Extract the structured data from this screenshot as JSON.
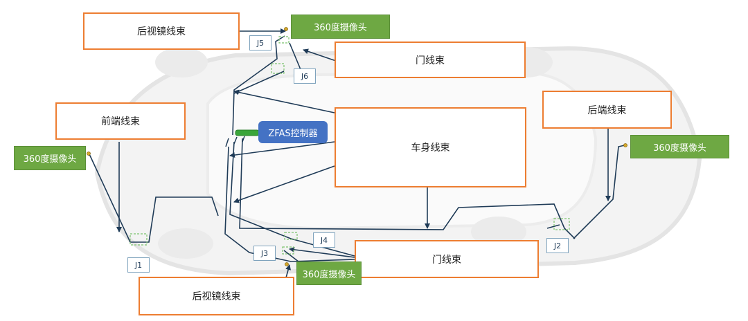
{
  "harnesses": {
    "mirror_top": "后视镜线束",
    "door_top": "门线束",
    "front": "前端线束",
    "body": "车身线束",
    "rear": "后端线束",
    "door_bottom": "门线束",
    "mirror_bottom": "后视镜线束"
  },
  "cameras": {
    "top": "360度摄像头",
    "left": "360度摄像头",
    "right": "360度摄像头",
    "bottom": "360度摄像头"
  },
  "junctions": {
    "j1": "J1",
    "j2": "J2",
    "j3": "J3",
    "j4": "J4",
    "j5": "J5",
    "j6": "J6"
  },
  "controller": "ZFAS控制器",
  "colors": {
    "harness_border": "#ed7d31",
    "camera_fill": "#6ea843",
    "controller_fill": "#4472c4",
    "wire": "#1f3b57",
    "junction_dash": "#7cc36e"
  }
}
